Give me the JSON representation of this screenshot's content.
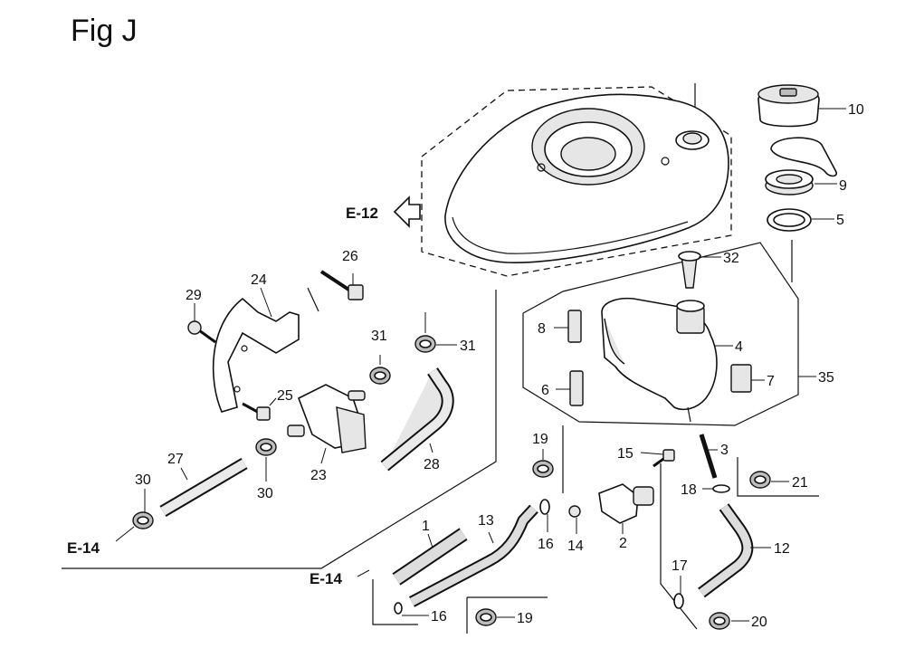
{
  "figure": {
    "title": "Fig J"
  },
  "refs": {
    "e12": "E-12",
    "e14_left": "E-14",
    "e14_mid": "E-14"
  },
  "callouts": {
    "c1": "1",
    "c2": "2",
    "c3": "3",
    "c4": "4",
    "c5": "5",
    "c6": "6",
    "c7": "7",
    "c8": "8",
    "c9": "9",
    "c10": "10",
    "c12": "12",
    "c13": "13",
    "c14": "14",
    "c15": "15",
    "c16a": "16",
    "c16b": "16",
    "c17": "17",
    "c18": "18",
    "c19a": "19",
    "c19b": "19",
    "c20": "20",
    "c21": "21",
    "c23": "23",
    "c24": "24",
    "c25": "25",
    "c26": "26",
    "c27": "27",
    "c28": "28",
    "c29": "29",
    "c30a": "30",
    "c30b": "30",
    "c31a": "31",
    "c31b": "31",
    "c32": "32",
    "c35": "35"
  }
}
